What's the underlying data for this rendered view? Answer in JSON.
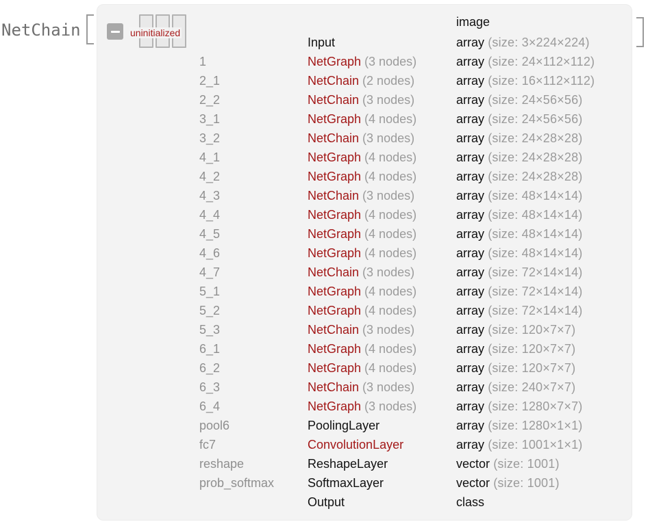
{
  "header": {
    "function_name": "NetChain",
    "open_bracket": "[",
    "close_bracket": "]",
    "status_badge": "uninitialized",
    "top_port_value": "image",
    "icon": "netchain-layers-icon",
    "collapse_icon": "minus-icon"
  },
  "colors": {
    "panel_background": "#f3f3f3",
    "uninitialized_red": "#a81c1c",
    "type_red": "#a31919",
    "text_black": "#111111",
    "text_gray": "#8f8f8f",
    "detail_gray": "#9b9b9b"
  },
  "table": {
    "rows": [
      {
        "name": "",
        "type": "Input",
        "detail": "",
        "type_color": "black",
        "kind": "array",
        "size": "(size: 3×224×224)"
      },
      {
        "name": "1",
        "type": "NetGraph",
        "detail": " (3 nodes)",
        "type_color": "red",
        "kind": "array",
        "size": "(size: 24×112×112)"
      },
      {
        "name": "2_1",
        "type": "NetChain",
        "detail": " (2 nodes)",
        "type_color": "red",
        "kind": "array",
        "size": "(size: 16×112×112)"
      },
      {
        "name": "2_2",
        "type": "NetChain",
        "detail": " (3 nodes)",
        "type_color": "red",
        "kind": "array",
        "size": "(size: 24×56×56)"
      },
      {
        "name": "3_1",
        "type": "NetGraph",
        "detail": " (4 nodes)",
        "type_color": "red",
        "kind": "array",
        "size": "(size: 24×56×56)"
      },
      {
        "name": "3_2",
        "type": "NetChain",
        "detail": " (3 nodes)",
        "type_color": "red",
        "kind": "array",
        "size": "(size: 24×28×28)"
      },
      {
        "name": "4_1",
        "type": "NetGraph",
        "detail": " (4 nodes)",
        "type_color": "red",
        "kind": "array",
        "size": "(size: 24×28×28)"
      },
      {
        "name": "4_2",
        "type": "NetGraph",
        "detail": " (4 nodes)",
        "type_color": "red",
        "kind": "array",
        "size": "(size: 24×28×28)"
      },
      {
        "name": "4_3",
        "type": "NetChain",
        "detail": " (3 nodes)",
        "type_color": "red",
        "kind": "array",
        "size": "(size: 48×14×14)"
      },
      {
        "name": "4_4",
        "type": "NetGraph",
        "detail": " (4 nodes)",
        "type_color": "red",
        "kind": "array",
        "size": "(size: 48×14×14)"
      },
      {
        "name": "4_5",
        "type": "NetGraph",
        "detail": " (4 nodes)",
        "type_color": "red",
        "kind": "array",
        "size": "(size: 48×14×14)"
      },
      {
        "name": "4_6",
        "type": "NetGraph",
        "detail": " (4 nodes)",
        "type_color": "red",
        "kind": "array",
        "size": "(size: 48×14×14)"
      },
      {
        "name": "4_7",
        "type": "NetChain",
        "detail": " (3 nodes)",
        "type_color": "red",
        "kind": "array",
        "size": "(size: 72×14×14)"
      },
      {
        "name": "5_1",
        "type": "NetGraph",
        "detail": " (4 nodes)",
        "type_color": "red",
        "kind": "array",
        "size": "(size: 72×14×14)"
      },
      {
        "name": "5_2",
        "type": "NetGraph",
        "detail": " (4 nodes)",
        "type_color": "red",
        "kind": "array",
        "size": "(size: 72×14×14)"
      },
      {
        "name": "5_3",
        "type": "NetChain",
        "detail": " (3 nodes)",
        "type_color": "red",
        "kind": "array",
        "size": "(size: 120×7×7)"
      },
      {
        "name": "6_1",
        "type": "NetGraph",
        "detail": " (4 nodes)",
        "type_color": "red",
        "kind": "array",
        "size": "(size: 120×7×7)"
      },
      {
        "name": "6_2",
        "type": "NetGraph",
        "detail": " (4 nodes)",
        "type_color": "red",
        "kind": "array",
        "size": "(size: 120×7×7)"
      },
      {
        "name": "6_3",
        "type": "NetChain",
        "detail": " (3 nodes)",
        "type_color": "red",
        "kind": "array",
        "size": "(size: 240×7×7)"
      },
      {
        "name": "6_4",
        "type": "NetGraph",
        "detail": " (3 nodes)",
        "type_color": "red",
        "kind": "array",
        "size": "(size: 1280×7×7)"
      },
      {
        "name": "pool6",
        "type": "PoolingLayer",
        "detail": "",
        "type_color": "black",
        "kind": "array",
        "size": "(size: 1280×1×1)"
      },
      {
        "name": "fc7",
        "type": "ConvolutionLayer",
        "detail": "",
        "type_color": "red",
        "kind": "array",
        "size": "(size: 1001×1×1)"
      },
      {
        "name": "reshape",
        "type": "ReshapeLayer",
        "detail": "",
        "type_color": "black",
        "kind": "vector",
        "size": "(size: 1001)"
      },
      {
        "name": "prob_softmax",
        "type": "SoftmaxLayer",
        "detail": "",
        "type_color": "black",
        "kind": "vector",
        "size": "(size: 1001)"
      },
      {
        "name": "",
        "type": "Output",
        "detail": "",
        "type_color": "black",
        "kind": "class",
        "size": ""
      }
    ]
  }
}
